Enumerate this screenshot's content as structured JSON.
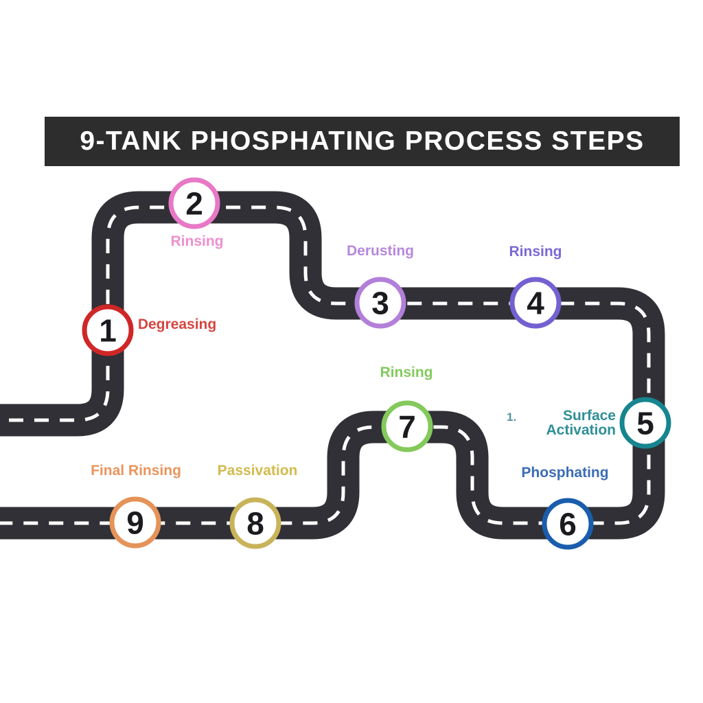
{
  "title": "9-TANK PHOSPHATING PROCESS STEPS",
  "colors": {
    "background": "#ffffff",
    "title_bg": "#2d2d2d",
    "title_text": "#ffffff",
    "road": "#303036",
    "road_dash": "#ffffff",
    "number_text": "#1b1b1f"
  },
  "annotation": {
    "text": "1.",
    "color": "#53949b"
  },
  "steps": [
    {
      "number": "1",
      "label": "Degreasing",
      "color": "#cf2727",
      "label_color": "#d6453f"
    },
    {
      "number": "2",
      "label": "Rinsing",
      "color": "#e878c6",
      "label_color": "#ef8fce"
    },
    {
      "number": "3",
      "label": "Derusting",
      "color": "#b27fd9",
      "label_color": "#b588dd"
    },
    {
      "number": "4",
      "label": "Rinsing",
      "color": "#7560d2",
      "label_color": "#7b68d4"
    },
    {
      "number": "5",
      "label": "Surface Activation",
      "color": "#16858f",
      "label_color": "#2e8f96"
    },
    {
      "number": "6",
      "label": "Phosphating",
      "color": "#1a5dad",
      "label_color": "#3a6cb4"
    },
    {
      "number": "7",
      "label": "Rinsing",
      "color": "#84c95c",
      "label_color": "#82ca5c"
    },
    {
      "number": "8",
      "label": "Passivation",
      "color": "#c9b35a",
      "label_color": "#d3ba4d"
    },
    {
      "number": "9",
      "label": "Final Rinsing",
      "color": "#e59358",
      "label_color": "#e8955d"
    }
  ]
}
